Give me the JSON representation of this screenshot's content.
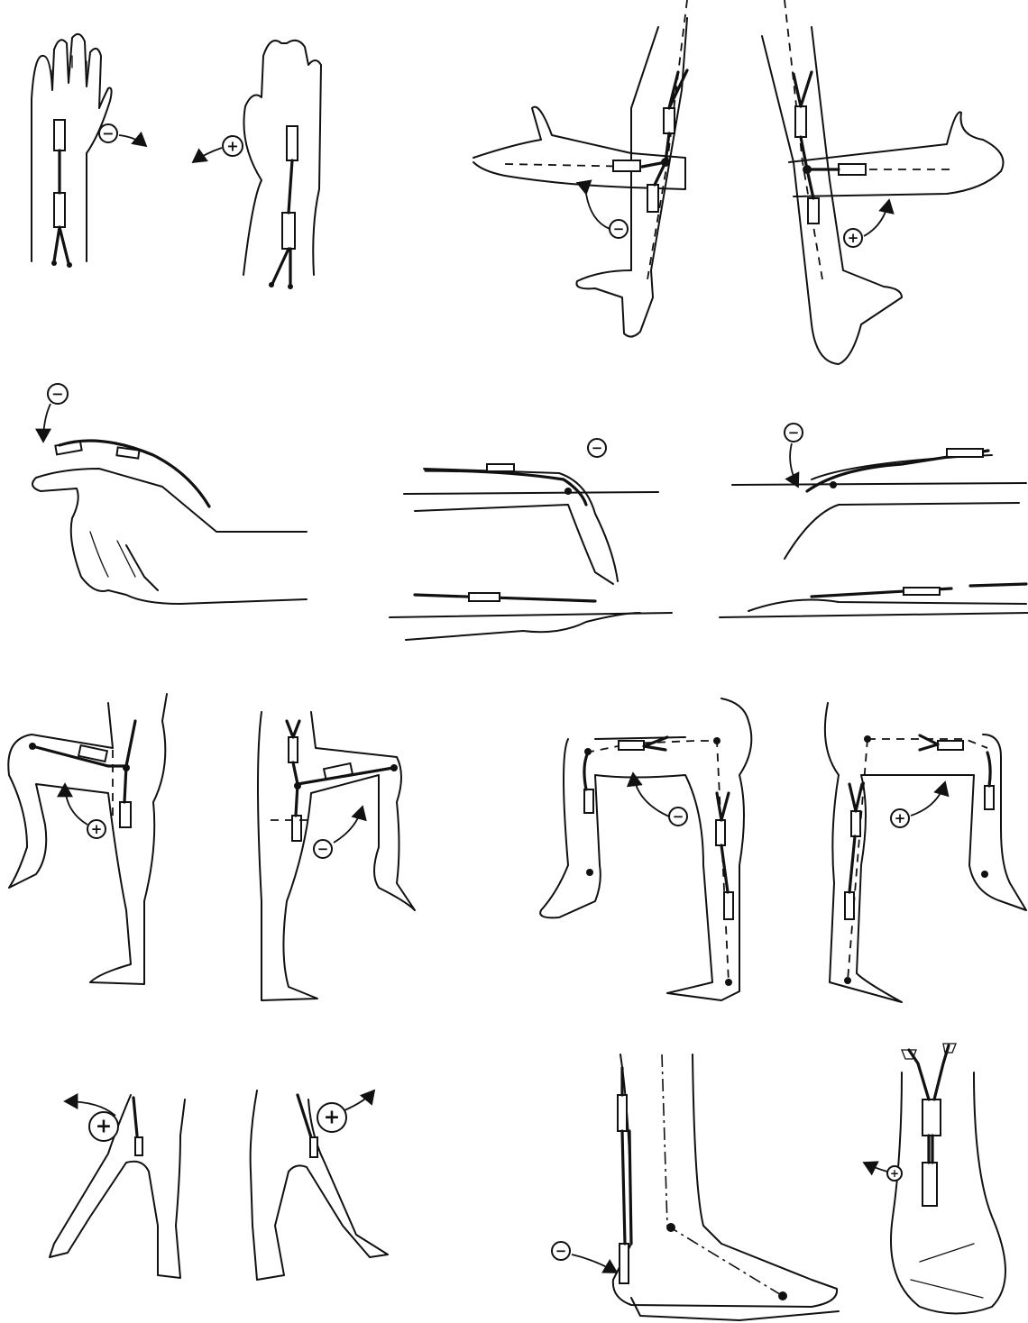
{
  "panels": [
    {
      "id": "wrist-supination-pronation",
      "signs": [
        "−",
        "+"
      ]
    },
    {
      "id": "forearm-rotation",
      "signs": [
        "−",
        "+"
      ]
    },
    {
      "id": "wrist-flexion-extension",
      "signs": [
        "−"
      ]
    },
    {
      "id": "finger-flexion",
      "signs": [
        "−",
        "−"
      ]
    },
    {
      "id": "hip-flexion",
      "signs": [
        "+",
        "−"
      ]
    },
    {
      "id": "knee-flexion",
      "signs": [
        "−",
        "+"
      ]
    },
    {
      "id": "hip-abduction",
      "signs": [
        "+",
        "+"
      ]
    },
    {
      "id": "ankle",
      "signs": [
        "−",
        "+"
      ]
    }
  ],
  "colors": {
    "ink": "#111111",
    "paper": "#ffffff"
  }
}
